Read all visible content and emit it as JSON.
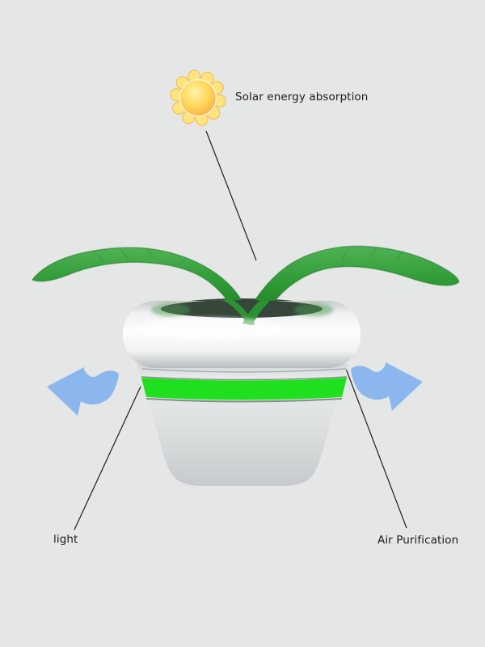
{
  "scene": {
    "background": "#e5e6e6",
    "labels": {
      "solar": "Solar energy absorption",
      "light": "light",
      "air": "Air Purification"
    },
    "colors": {
      "leader_line": "#1f1f1f",
      "text": "#1b1b1b",
      "arrow_blue": "#8cb7ee",
      "band_green": "#1fdf1f",
      "leaf_green": "#2f9b35",
      "leaf_dark": "#1d7a24",
      "sun_yellow": "#ffd95e",
      "sun_orange": "#f69f38",
      "sun_petal": "#ffe47d",
      "pot_white": "#fdfdfd",
      "pot_gray": "#c6cacc"
    }
  }
}
